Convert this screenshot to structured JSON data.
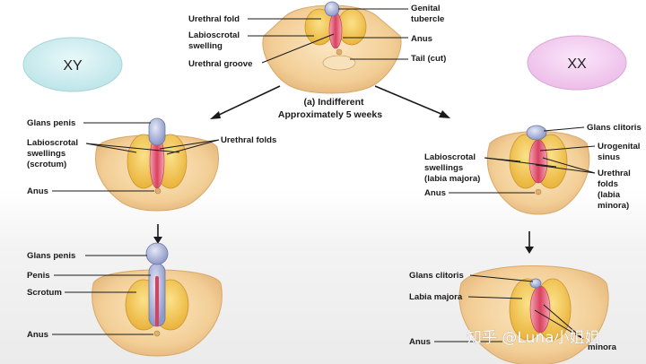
{
  "badges": {
    "xy": "XY",
    "xx": "XX"
  },
  "indifferent": {
    "labels": {
      "urethral_fold": "Urethral fold",
      "labioscrotal_line1": "Labioscrotal",
      "labioscrotal_line2": "swelling",
      "urethral_groove": "Urethral groove",
      "genital_line1": "Genital",
      "genital_line2": "tubercle",
      "anus": "Anus",
      "tail": "Tail (cut)"
    },
    "caption_line1": "(a) Indifferent",
    "caption_line2": "Approximately 5 weeks"
  },
  "male_early": {
    "labels": {
      "glans_penis": "Glans penis",
      "labioscrotal_line1": "Labioscrotal",
      "labioscrotal_line2": "swellings",
      "labioscrotal_line3": "(scrotum)",
      "urethral_folds": "Urethral folds",
      "anus": "Anus"
    }
  },
  "female_early": {
    "labels": {
      "glans_clitoris": "Glans clitoris",
      "urogenital_line1": "Urogenital",
      "urogenital_line2": "sinus",
      "labioscrotal_line1": "Labioscrotal",
      "labioscrotal_line2": "swellings",
      "labioscrotal_line3": "(labia majora)",
      "urethral_line1": "Urethral",
      "urethral_line2": "folds",
      "urethral_line3": "(labia",
      "urethral_line4": "minora)",
      "anus": "Anus"
    }
  },
  "male_late": {
    "labels": {
      "glans_penis": "Glans penis",
      "penis": "Penis",
      "scrotum": "Scrotum",
      "anus": "Anus"
    }
  },
  "female_late": {
    "labels": {
      "glans_clitoris": "Glans clitoris",
      "labia_majora": "Labia majora",
      "minora": "minora",
      "anus": "Anus"
    }
  },
  "watermark": "知乎 @Luna小姐姐",
  "colors": {
    "skin": "#f6d9a8",
    "skin_edge": "#d9a86a",
    "swelling": "#f7cf5a",
    "fold": "#e05a78",
    "glans": "#a9b3d8",
    "badge_xy": "#c9ecee",
    "badge_xx": "#f2c8ef"
  }
}
